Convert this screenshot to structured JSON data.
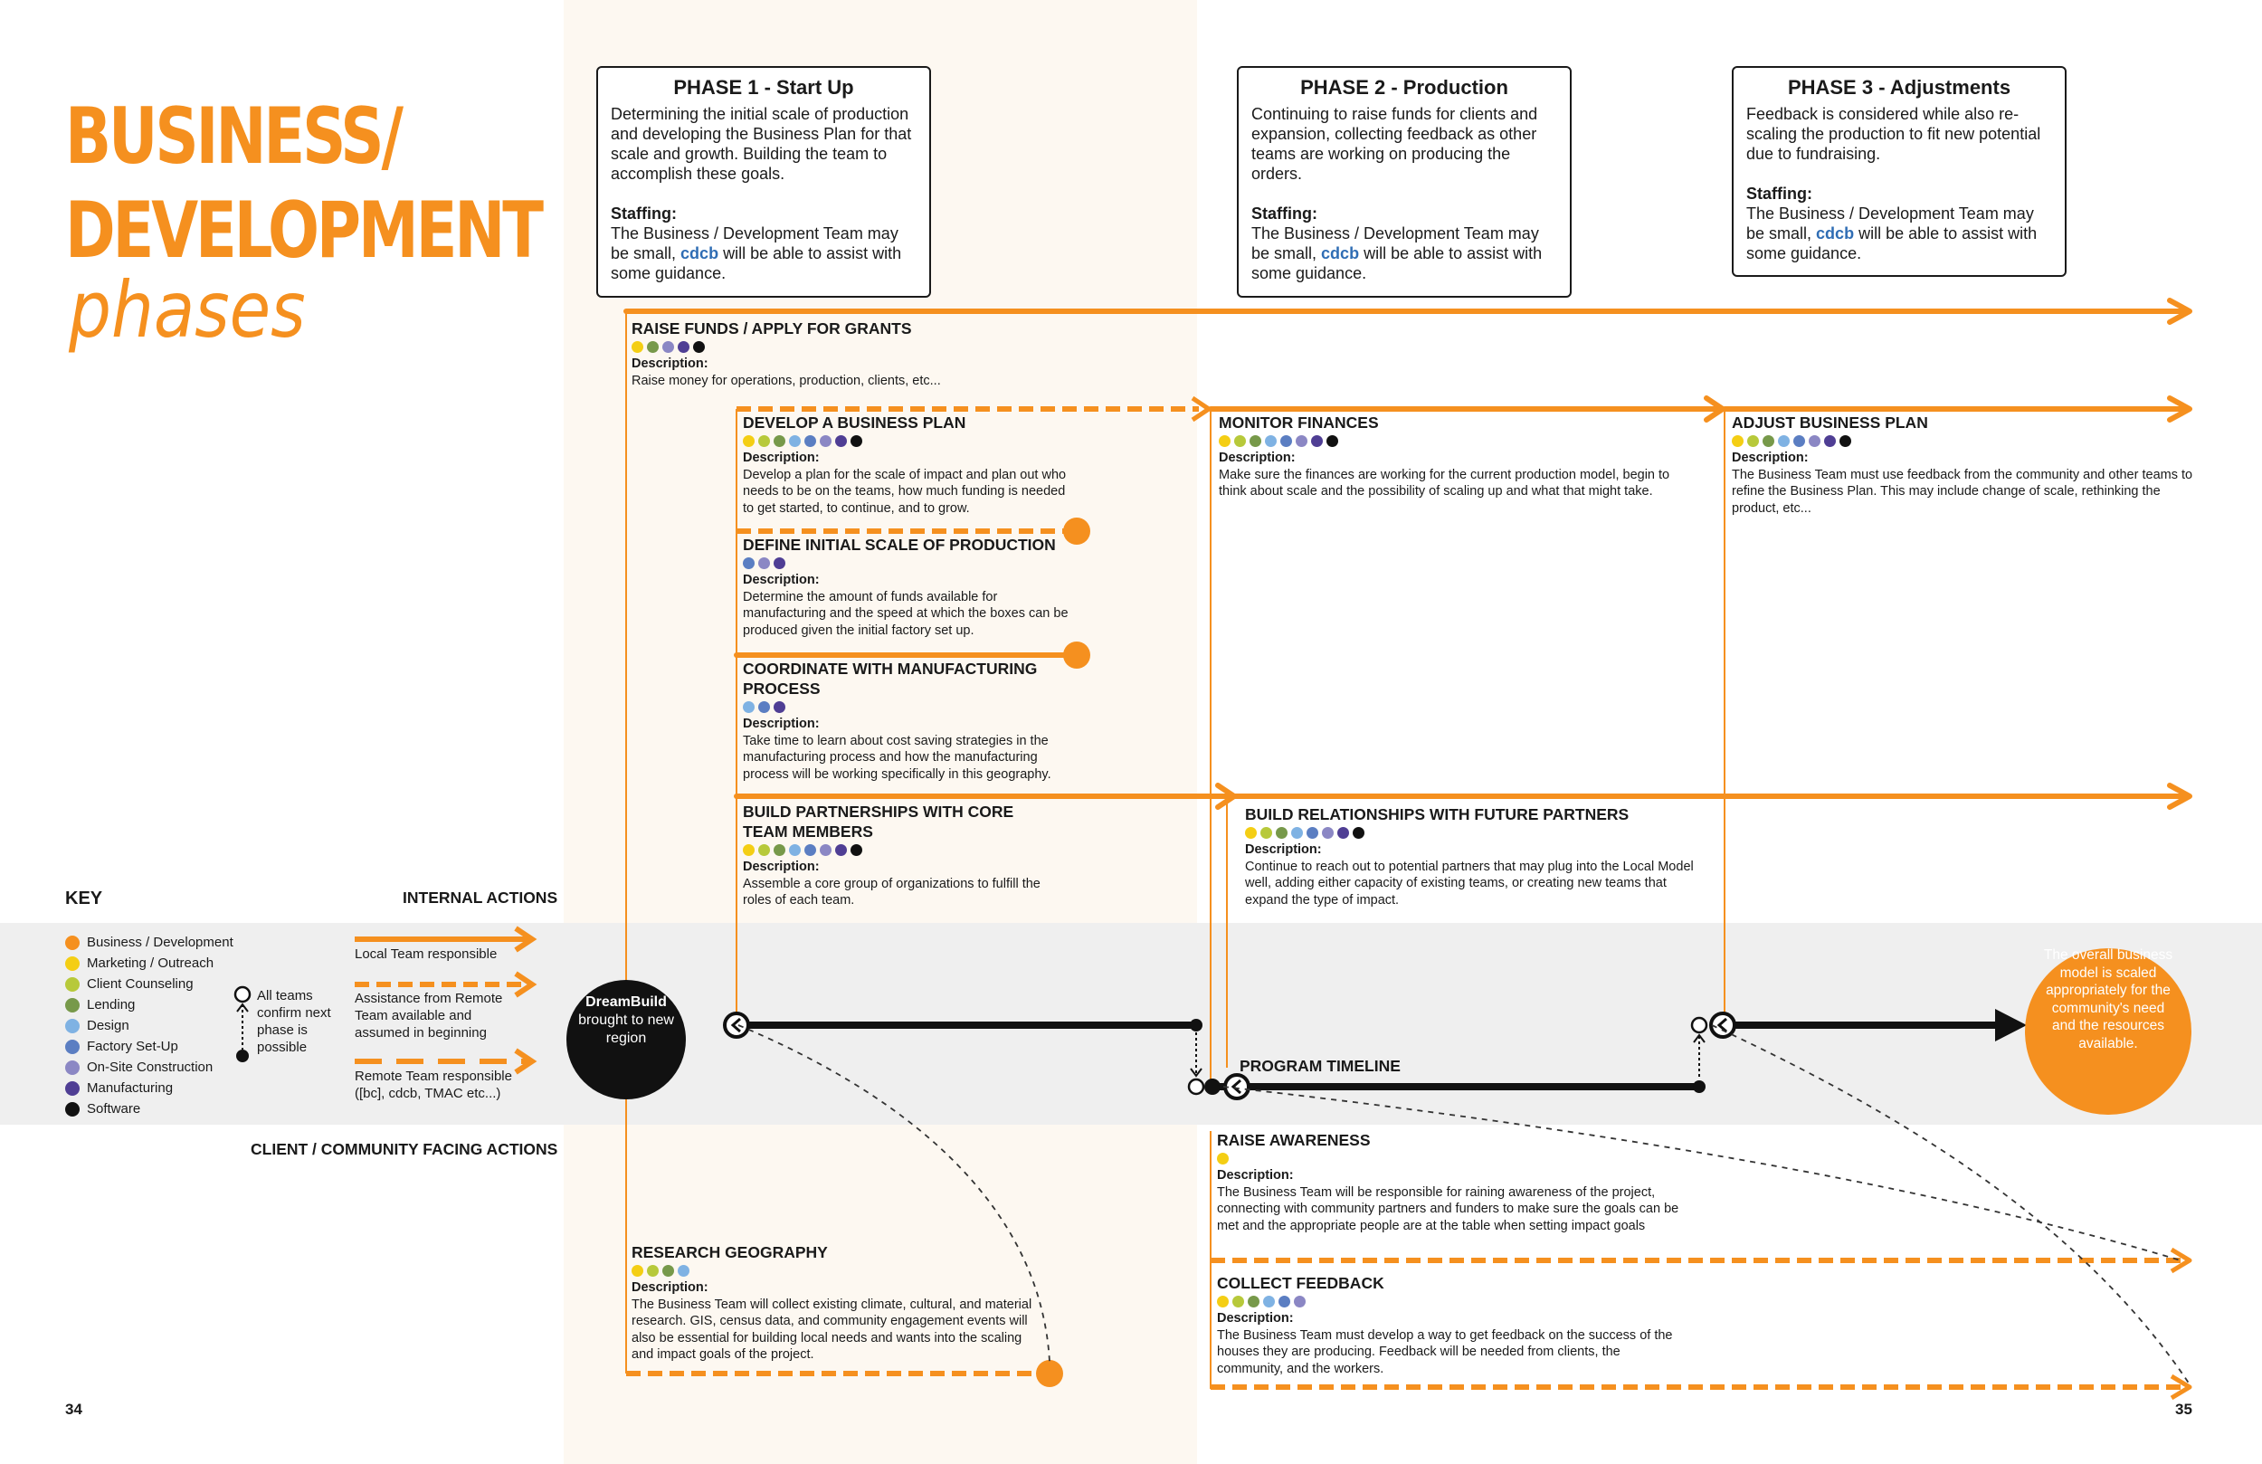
{
  "title": {
    "line1": "BUSINESS/",
    "line2": "DEVELOPMENT",
    "line3": "phases"
  },
  "colors": {
    "business": "#f5901f",
    "marketing": "#f4ce14",
    "client": "#b7c93a",
    "lending": "#77994a",
    "design": "#7fb2e3",
    "factory": "#5b7ec2",
    "onsite": "#8b87c4",
    "manufacturing": "#4f3e94",
    "software": "#111111"
  },
  "phases": [
    {
      "title": "PHASE 1 - Start Up",
      "desc": "Determining the initial scale of production and developing the Business Plan for that scale and growth. Building the team to accomplish these goals.",
      "staffing_label": "Staffing:",
      "staffing_pre": "The Business / Development Team may be small,",
      "cdcb": "cdcb",
      "staffing_post": "will be able to assist with some guidance."
    },
    {
      "title": "PHASE 2 - Production",
      "desc": "Continuing to raise funds for clients and expansion, collecting feedback as other teams are working on producing the orders.",
      "staffing_label": "Staffing:",
      "staffing_pre": "The Business / Development Team may be small,",
      "cdcb": "cdcb",
      "staffing_post": "will be able to assist with some guidance."
    },
    {
      "title": "PHASE 3 - Adjustments",
      "desc": "Feedback is considered while also re-scaling the production to fit new potential due to fundraising.",
      "staffing_label": "Staffing:",
      "staffing_pre": "The Business / Development Team may be small,",
      "cdcb": "cdcb",
      "staffing_post": "will be able to assist with some guidance."
    }
  ],
  "desc_label": "Description:",
  "tasks": {
    "raise_funds": {
      "title": "RAISE FUNDS / APPLY FOR GRANTS",
      "desc": "Raise money for operations, production, clients, etc...",
      "dots": [
        "#f4ce14",
        "#77994a",
        "#8b87c4",
        "#4f3e94",
        "#111111"
      ]
    },
    "develop_plan": {
      "title": "DEVELOP A BUSINESS PLAN",
      "desc": "Develop a plan for the scale of impact and plan out who needs to be on the teams, how much funding is needed to get started, to continue, and to grow.",
      "dots": [
        "#f4ce14",
        "#b7c93a",
        "#77994a",
        "#7fb2e3",
        "#5b7ec2",
        "#8b87c4",
        "#4f3e94",
        "#111111"
      ]
    },
    "define_scale": {
      "title": "DEFINE INITIAL SCALE OF PRODUCTION",
      "desc": "Determine the amount of funds available for manufacturing and the speed at which the boxes can be produced given the initial factory set up.",
      "dots": [
        "#5b7ec2",
        "#8b87c4",
        "#4f3e94"
      ]
    },
    "coordinate": {
      "title": "COORDINATE WITH MANUFACTURING PROCESS",
      "desc": "Take time to learn about cost saving strategies in the manufacturing process and how the manufacturing process will be working specifically in this geography.",
      "dots": [
        "#7fb2e3",
        "#5b7ec2",
        "#4f3e94"
      ]
    },
    "build_partnerships": {
      "title": "BUILD PARTNERSHIPS WITH CORE TEAM MEMBERS",
      "desc": "Assemble a core group of organizations to fulfill the roles of each team.",
      "dots": [
        "#f4ce14",
        "#b7c93a",
        "#77994a",
        "#7fb2e3",
        "#5b7ec2",
        "#8b87c4",
        "#4f3e94",
        "#111111"
      ]
    },
    "monitor": {
      "title": "MONITOR FINANCES",
      "desc": "Make sure the finances are working for the current production model, begin to think about scale and the possibility of scaling up and what that might take.",
      "dots": [
        "#f4ce14",
        "#b7c93a",
        "#77994a",
        "#7fb2e3",
        "#5b7ec2",
        "#8b87c4",
        "#4f3e94",
        "#111111"
      ]
    },
    "build_relationships": {
      "title": "BUILD RELATIONSHIPS WITH FUTURE PARTNERS",
      "desc": "Continue to reach out to potential partners that may plug into the Local Model well, adding either capacity of existing teams, or creating new teams that expand the type of impact.",
      "dots": [
        "#f4ce14",
        "#b7c93a",
        "#77994a",
        "#7fb2e3",
        "#5b7ec2",
        "#8b87c4",
        "#4f3e94",
        "#111111"
      ]
    },
    "adjust_plan": {
      "title": "ADJUST BUSINESS PLAN",
      "desc": "The Business Team must use feedback from the community and other teams to refine the Business Plan. This may include change of scale, rethinking the product, etc...",
      "dots": [
        "#f4ce14",
        "#b7c93a",
        "#77994a",
        "#7fb2e3",
        "#5b7ec2",
        "#8b87c4",
        "#4f3e94",
        "#111111"
      ]
    },
    "raise_awareness": {
      "title": "RAISE AWARENESS",
      "desc": "The Business Team will be responsible for raining awareness of the project, connecting with community partners and funders to make sure the goals can be met and the appropriate people are at the table when setting impact goals",
      "dots": [
        "#f4ce14"
      ]
    },
    "collect_feedback": {
      "title": "COLLECT FEEDBACK",
      "desc": "The Business Team must develop a way to get feedback on the success of the houses they are producing. Feedback will be needed from clients, the community, and the workers.",
      "dots": [
        "#f4ce14",
        "#b7c93a",
        "#77994a",
        "#7fb2e3",
        "#5b7ec2",
        "#8b87c4"
      ]
    },
    "research_geo": {
      "title": "RESEARCH GEOGRAPHY",
      "desc": "The Business Team will collect existing climate, cultural, and material research. GIS, census data, and community engagement events will also be essential for building local needs and wants into the scaling and impact goals of the project.",
      "dots": [
        "#f4ce14",
        "#b7c93a",
        "#77994a",
        "#7fb2e3"
      ]
    }
  },
  "key": {
    "title": "KEY",
    "items": [
      {
        "label": "Business / Development",
        "color": "#f5901f"
      },
      {
        "label": "Marketing / Outreach",
        "color": "#f4ce14"
      },
      {
        "label": "Client Counseling",
        "color": "#b7c93a"
      },
      {
        "label": "Lending",
        "color": "#77994a"
      },
      {
        "label": "Design",
        "color": "#7fb2e3"
      },
      {
        "label": "Factory Set-Up",
        "color": "#5b7ec2"
      },
      {
        "label": "On-Site Construction",
        "color": "#8b87c4"
      },
      {
        "label": "Manufacturing",
        "color": "#4f3e94"
      },
      {
        "label": "Software",
        "color": "#111111"
      }
    ],
    "confirm": "All teams confirm next phase is possible",
    "internal": "INTERNAL ACTIONS",
    "client_facing": "CLIENT / COMMUNITY FACING ACTIONS",
    "local": "Local Team responsible",
    "remote_assist": "Assistance from Remote Team available and assumed in beginning",
    "remote_team": "Remote Team responsible ([bc], cdcb, TMAC etc...)"
  },
  "dreambuild": {
    "title": "DreamBuild",
    "text": "brought to new region"
  },
  "timeline_label": "PROGRAM TIMELINE",
  "final_circle": "The overall business model is scaled appropriately for the community's need and the resources available.",
  "page_left": "34",
  "page_right": "35"
}
